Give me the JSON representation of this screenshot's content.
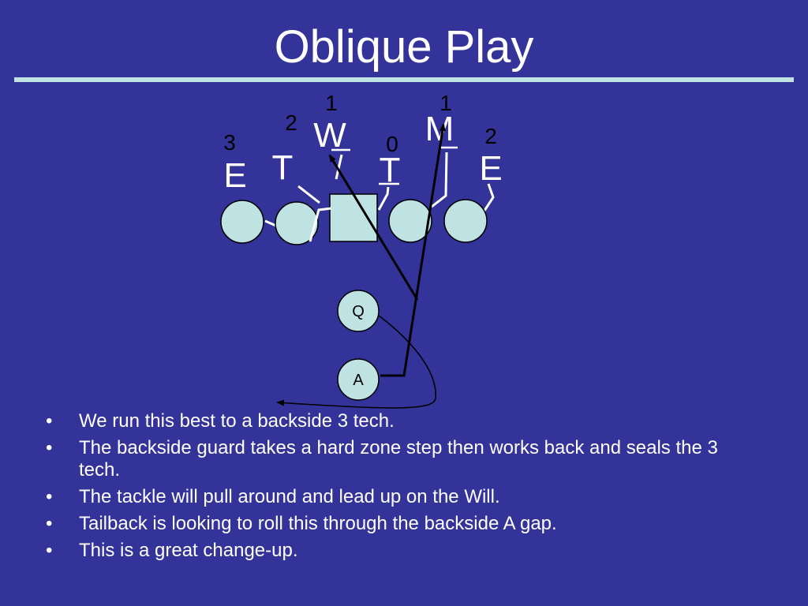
{
  "slide": {
    "title": "Oblique Play"
  },
  "defense": {
    "technique_labels": [
      "1",
      "1",
      "2",
      "3",
      "0",
      "2"
    ],
    "player_letters": [
      "W",
      "M",
      "E",
      "T",
      "T",
      "E"
    ]
  },
  "offense": {
    "qb_label": "Q",
    "tailback_label": "A"
  },
  "bullets": [
    "We run this best to a backside 3 tech.",
    "The backside guard takes a hard zone step then works back and seals the 3 tech.",
    "The tackle will pull around and lead up on the Will.",
    "Tailback is looking to roll this through the backside A gap.",
    "This is a great change-up."
  ],
  "colors": {
    "background": "#333399",
    "rule": "#bfe3e3",
    "player_fill": "#bfe3e3",
    "route_line": "#000000",
    "text": "#ffffff"
  }
}
